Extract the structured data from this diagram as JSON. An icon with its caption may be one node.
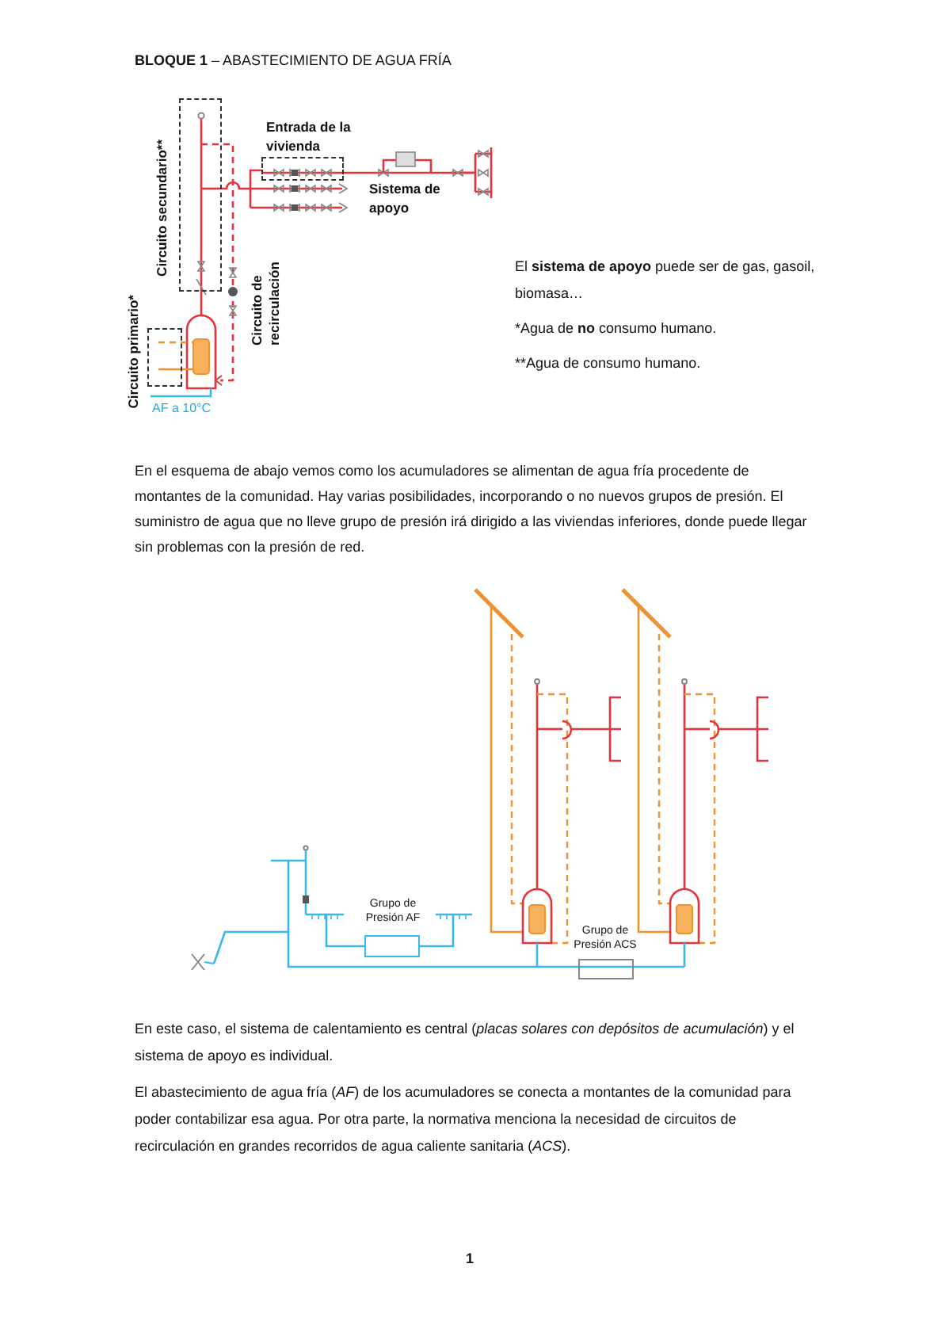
{
  "diagram": {
    "title": "**BLOQUE 1** – ABASTECIMIENTO DE AGUA FRÍA",
    "nodes": [
      {
        "text": [
          "Circuito secundario**"
        ]
      },
      {
        "text": [
          "Circuito primario*"
        ]
      },
      {
        "text": [
          "Entrada de la vivienda"
        ]
      },
      {
        "text": [
          "Grupo de Presión AF"
        ]
      },
      {
        "text": [
          "Grupo de Presión ACS"
        ]
      }
    ],
    "edges": [
      {
        "from": 0,
        "to": 2,
        "arrow": "none"
      }
    ],
    "labels": [
      "Sistema de apoyo",
      "Circuito de recirculación",
      "AF a 10°C",
      "El **sistema de apoyo** puede ser de gas, gasoil, biomasa…",
      "*Agua de **no** consumo humano.",
      "**Agua de consumo humano.",
      "En el esquema de abajo vemos como los acumuladores se alimentan de agua fría procedente de montantes de la comunidad. Hay varias posibilidades, incorporando o no nuevos grupos de presión. El suministro de agua que no lleve grupo de presión irá dirigido a las viviendas inferiores, donde puede llegar sin problemas con la presión de red.",
      "En este caso, el sistema de calentamiento es central (*placas solares con depósitos de acumulación*) y el sistema de apoyo es individual.",
      "El abastecimiento de agua fría (*AF*) de los acumuladores se conecta a montantes de la comunidad para poder contabilizar esa agua. Por otra parte, la normativa menciona la necesidad de circuitos de recirculación en grandes recorridos de agua caliente sanitaria (*ACS*).",
      "1"
    ]
  }
}
